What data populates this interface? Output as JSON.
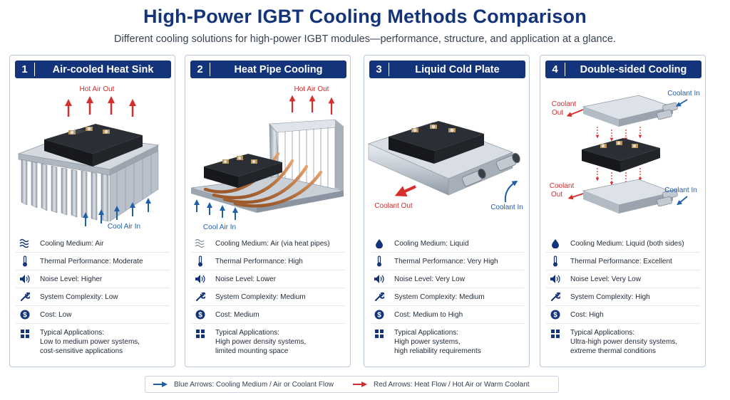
{
  "header": {
    "title": "High-Power IGBT Cooling Methods Comparison",
    "subtitle": "Different cooling solutions for high-power IGBT modules—performance, structure, and application at a glance."
  },
  "colors": {
    "navy": "#13347a",
    "blue_arrow": "#1f5fa8",
    "red_arrow": "#d62d2d"
  },
  "cards": [
    {
      "number": "1",
      "title": "Air-cooled Heat Sink",
      "labels": {
        "hot": "Hot Air Out",
        "cool": "Cool Air In"
      },
      "props": {
        "medium": "Cooling Medium: Air",
        "thermal": "Thermal Performance: Moderate",
        "noise": "Noise Level: Higher",
        "complexity": "System Complexity: Low",
        "cost": "Cost: Low",
        "apps_label": "Typical Applications:",
        "apps_1": "Low to medium power systems,",
        "apps_2": "cost-sensitive applications"
      }
    },
    {
      "number": "2",
      "title": "Heat Pipe Cooling",
      "labels": {
        "hot": "Hot Air Out",
        "cool": "Cool Air In"
      },
      "props": {
        "medium": "Cooling Medium: Air (via heat pipes)",
        "thermal": "Thermal Performance: High",
        "noise": "Noise Level: Lower",
        "complexity": "System Complexity: Medium",
        "cost": "Cost: Medium",
        "apps_label": "Typical Applications:",
        "apps_1": "High power density systems,",
        "apps_2": "limited mounting space"
      }
    },
    {
      "number": "3",
      "title": "Liquid Cold Plate",
      "labels": {
        "out": "Coolant Out",
        "in": "Coolant In"
      },
      "props": {
        "medium": "Cooling Medium: Liquid",
        "thermal": "Thermal Performance: Very High",
        "noise": "Noise Level: Very Low",
        "complexity": "System Complexity: Medium",
        "cost": "Cost: Medium to High",
        "apps_label": "Typical Applications:",
        "apps_1": "High power systems,",
        "apps_2": "high reliability requirements"
      }
    },
    {
      "number": "4",
      "title": "Double-sided Cooling",
      "labels": {
        "out_top_1": "Coolant",
        "out_top_2": "Out",
        "in_top": "Coolant In",
        "out_bot_1": "Coolant",
        "out_bot_2": "Out",
        "in_bot": "Coolant In"
      },
      "props": {
        "medium": "Cooling Medium: Liquid (both sides)",
        "thermal": "Thermal Performance: Excellent",
        "noise": "Noise Level: Very Low",
        "complexity": "System Complexity: High",
        "cost": "Cost: High",
        "apps_label": "Typical Applications:",
        "apps_1": "Ultra-high power density systems,",
        "apps_2": "extreme thermal conditions"
      }
    }
  ],
  "legend": {
    "blue": "Blue Arrows: Cooling Medium / Air or Coolant Flow",
    "red": "Red Arrows: Heat Flow / Hot Air or Warm Coolant"
  }
}
